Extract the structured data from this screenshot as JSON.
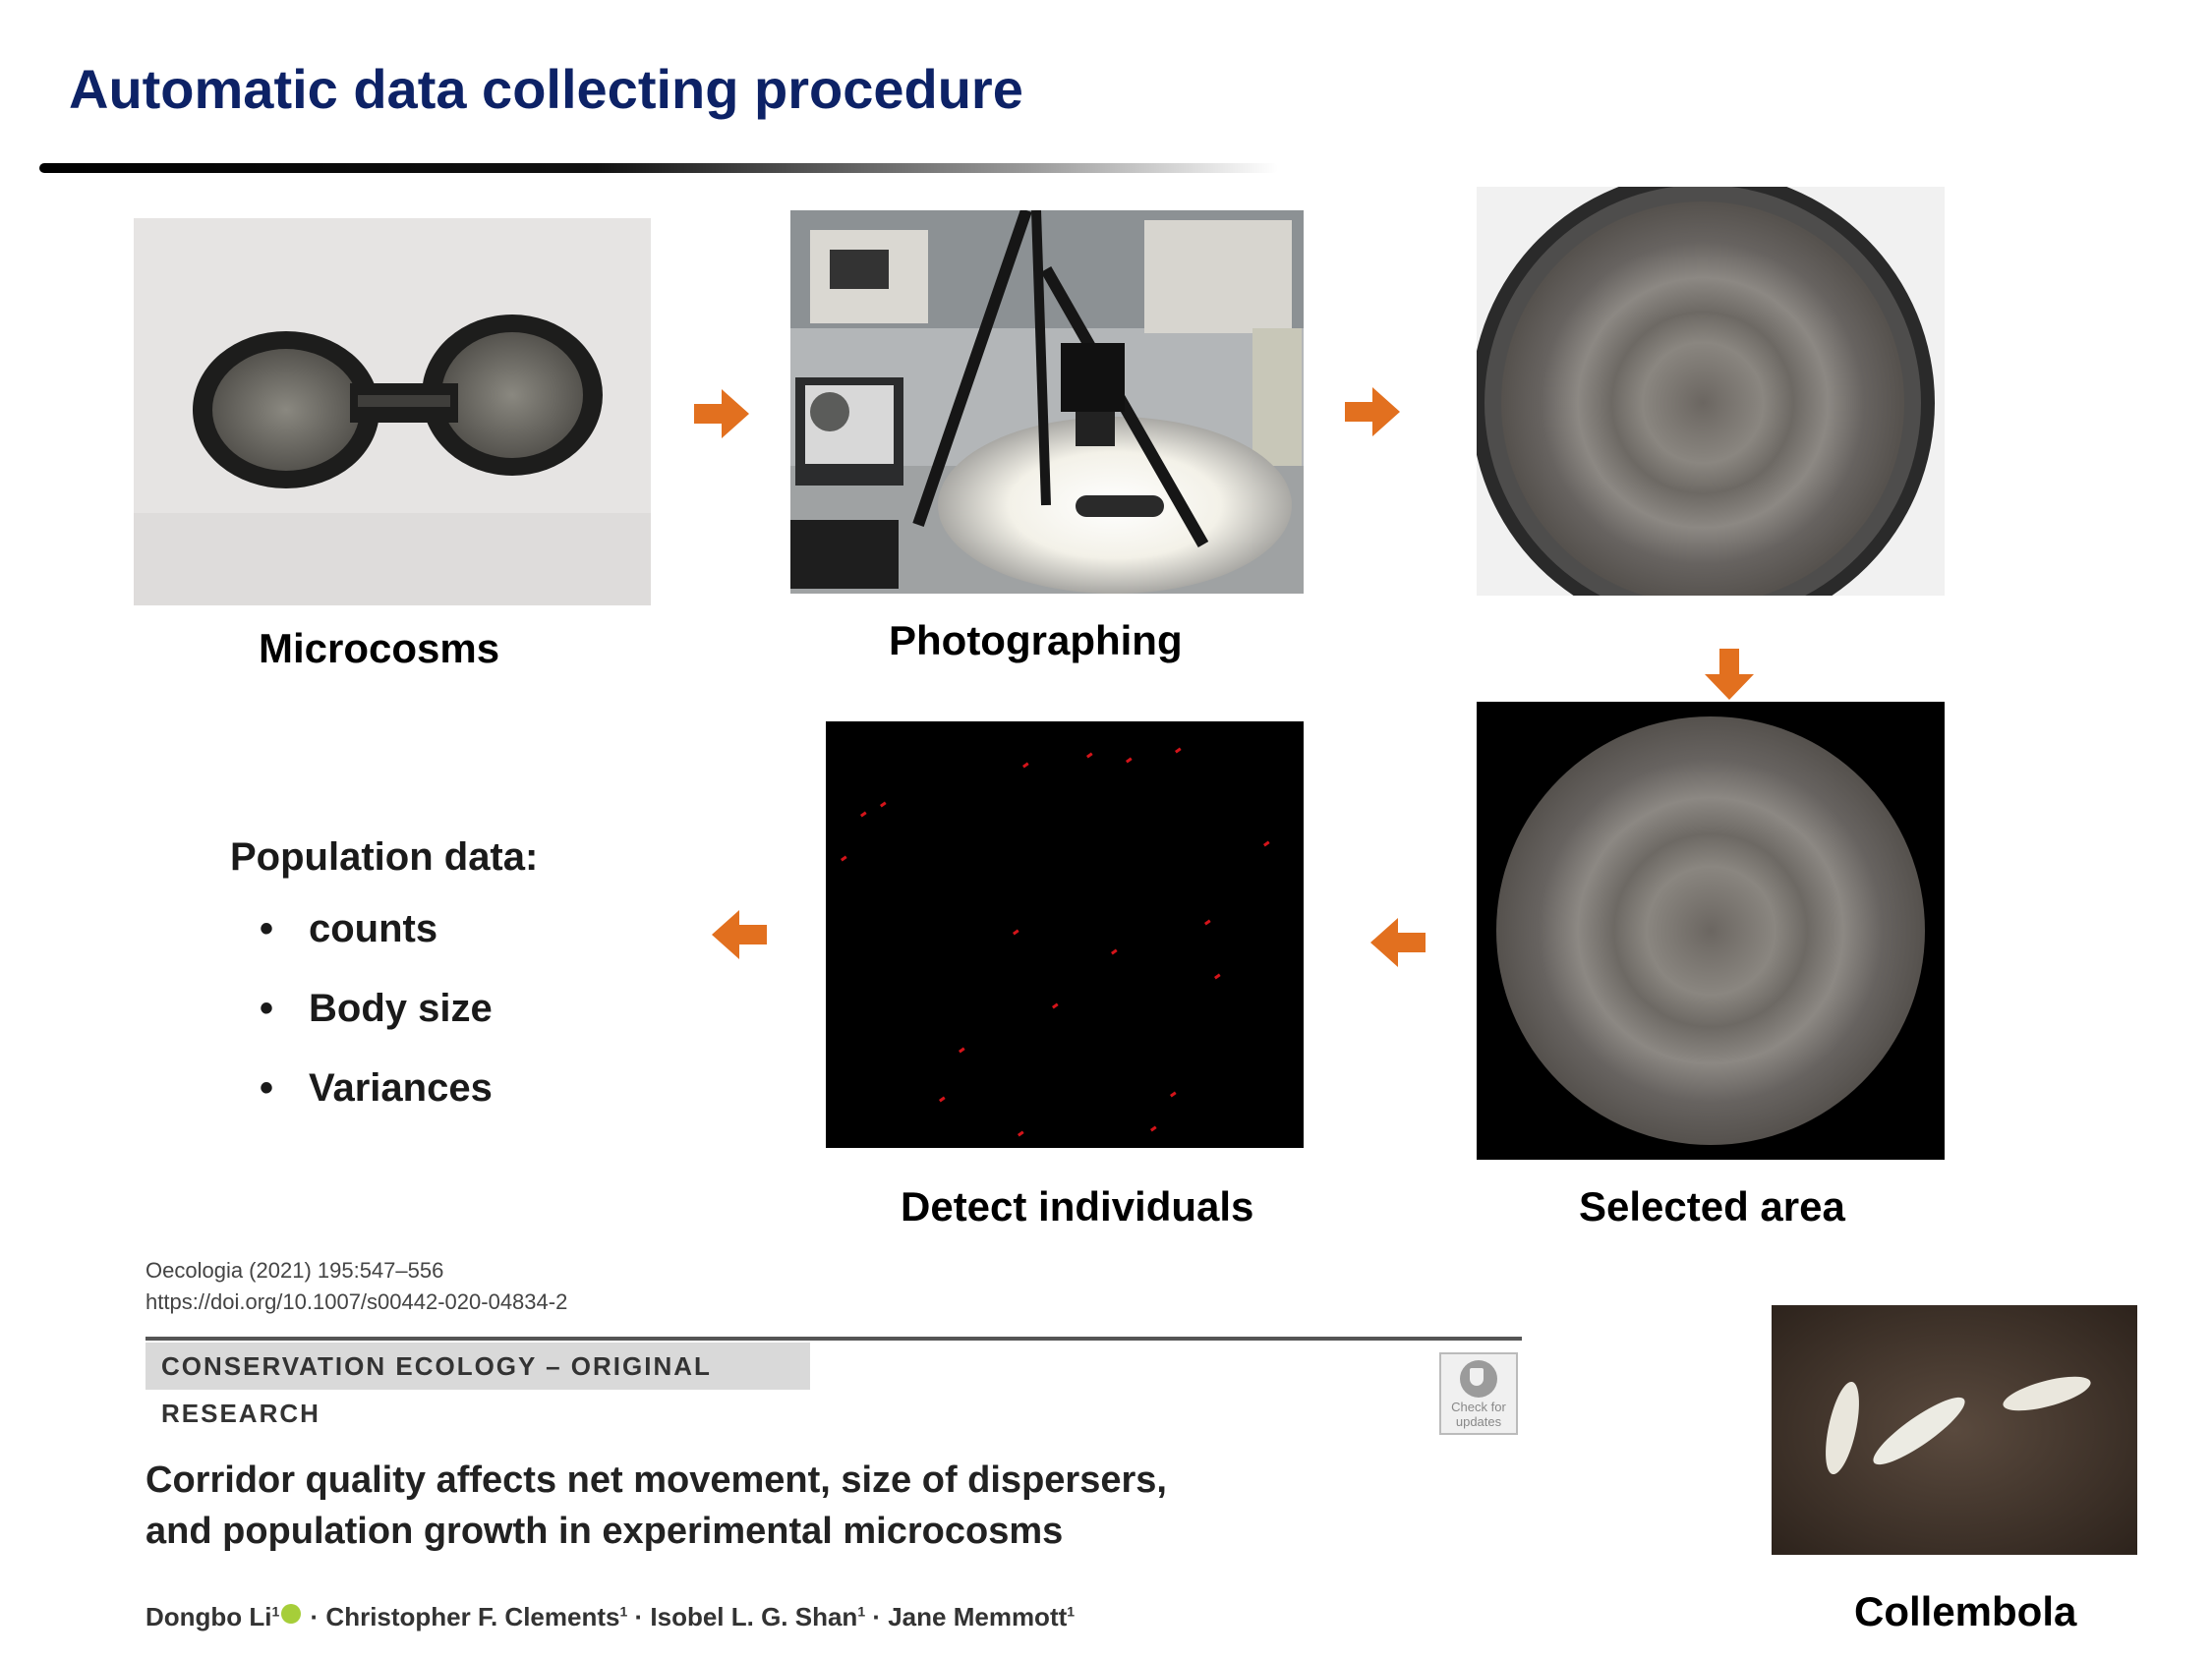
{
  "slide": {
    "title": "Automatic data collecting procedure"
  },
  "steps": {
    "microcosms": "Microcosms",
    "photographing": "Photographing",
    "selected_area": "Selected area",
    "detect_individuals": "Detect individuals"
  },
  "population": {
    "heading": "Population data:",
    "items": [
      "counts",
      "Body size",
      "Variances"
    ]
  },
  "paper": {
    "journal": "Oecologia (2021) 195:547–556",
    "doi": "https://doi.org/10.1007/s00442-020-04834-2",
    "category": "CONSERVATION ECOLOGY – ORIGINAL RESEARCH",
    "check_updates": "Check for updates",
    "title_line1": "Corridor quality affects net movement, size of dispersers,",
    "title_line2": "and population growth in experimental microcosms",
    "author1": "Dongbo Li",
    "author2": "Christopher F. Clements",
    "author3": "Isobel L. G. Shan",
    "author4": "Jane Memmott",
    "affil": "1"
  },
  "organism": {
    "label": "Collembola"
  },
  "colors": {
    "title": "#0d2266",
    "arrow": "#e2701f",
    "detect_dot": "#d4141a"
  },
  "icons": [
    "arrow-right-icon",
    "arrow-down-icon",
    "arrow-left-icon",
    "check-for-updates-icon",
    "orcid-icon"
  ]
}
